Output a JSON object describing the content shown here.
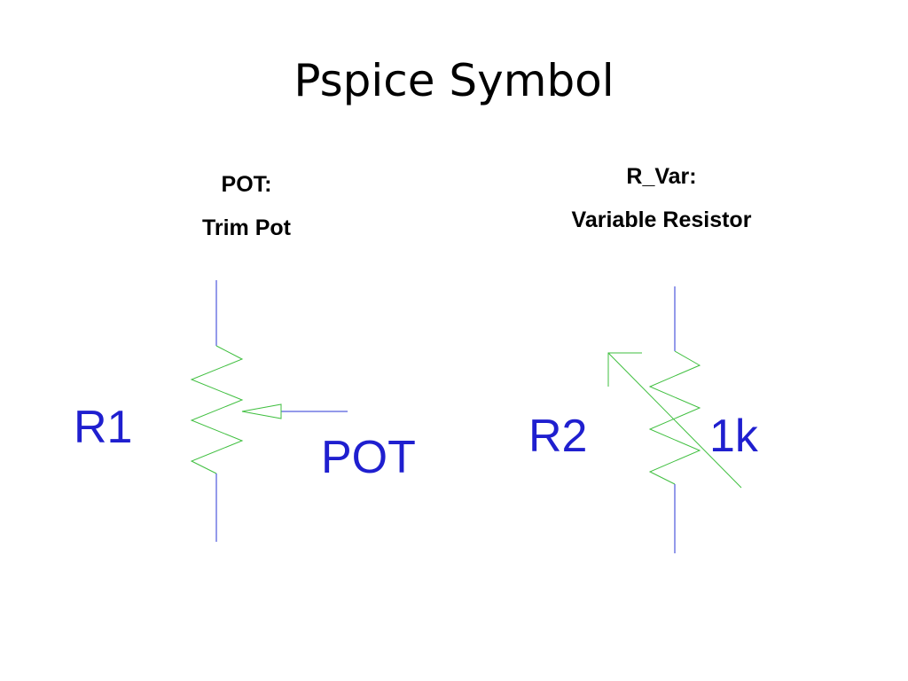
{
  "slide": {
    "title": "Pspice Symbol"
  },
  "pot": {
    "heading": "POT:",
    "subheading": "Trim Pot",
    "ref_label": "R1",
    "part_label": "POT"
  },
  "rvar": {
    "heading": "R_Var:",
    "subheading": "Variable Resistor",
    "ref_label": "R2",
    "value_label": "1k"
  },
  "colors": {
    "wire": "#2a35d4",
    "resistor": "#3fbf3f",
    "label": "#1f1fcf"
  }
}
